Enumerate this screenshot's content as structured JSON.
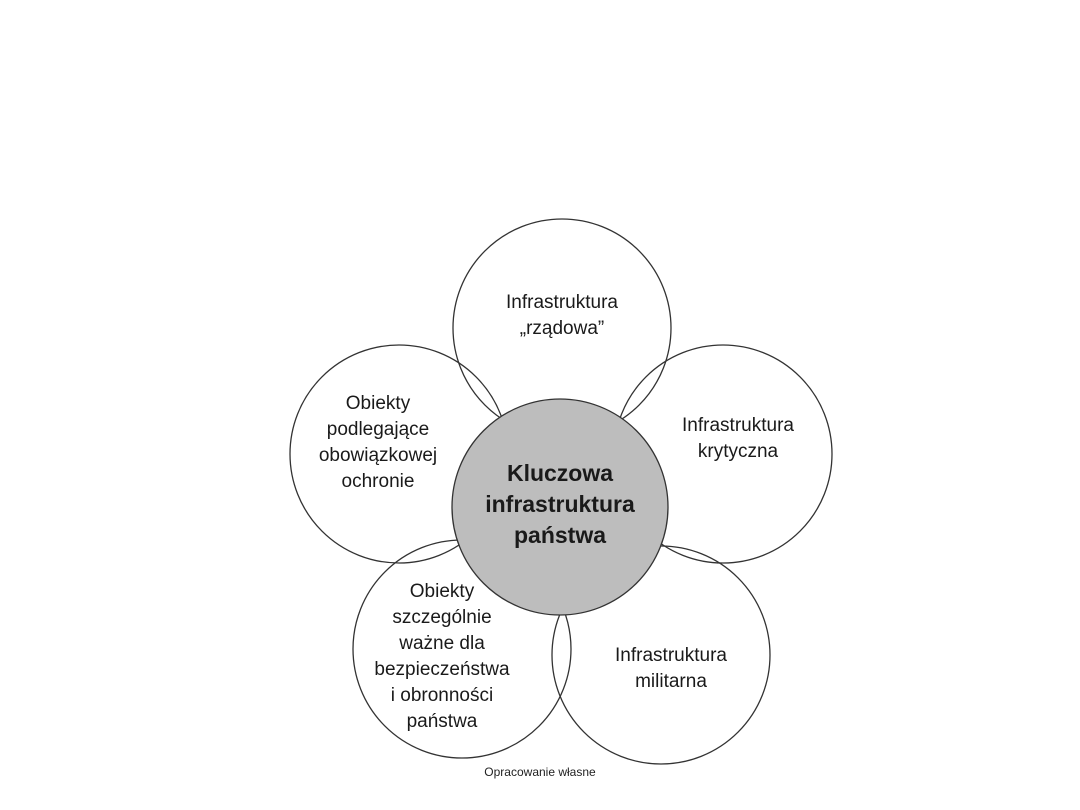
{
  "diagram": {
    "center": {
      "lines": [
        "Kluczowa",
        "infrastruktura",
        "państwa"
      ],
      "fill": "#bdbdbd"
    },
    "petals": [
      {
        "id": "top",
        "lines": [
          "Infrastruktura",
          "„rządowa”"
        ]
      },
      {
        "id": "upper-right",
        "lines": [
          "Infrastruktura",
          "krytyczna"
        ]
      },
      {
        "id": "lower-right",
        "lines": [
          "Infrastruktura",
          "militarna"
        ]
      },
      {
        "id": "lower-left",
        "lines": [
          "Obiekty",
          "szczególnie",
          "ważne dla",
          "bezpieczeństwa",
          "i obronności",
          "państwa"
        ]
      },
      {
        "id": "upper-left",
        "lines": [
          "Obiekty",
          "podlegające",
          "obowiązkowej",
          "ochronie"
        ]
      }
    ],
    "stroke_color": "#333333"
  },
  "source_note": "Opracowanie własne"
}
